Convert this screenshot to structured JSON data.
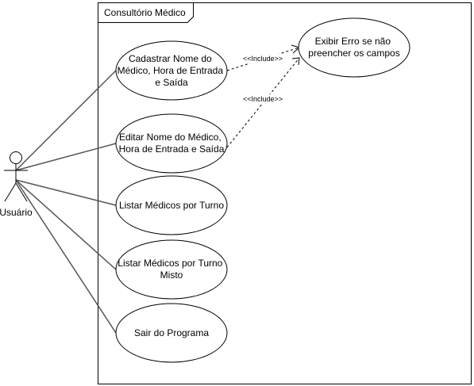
{
  "diagram": {
    "system": {
      "title": "Consultório Médico"
    },
    "actor": {
      "name": "Usuário"
    },
    "use_cases": [
      {
        "id": "cadastrar",
        "lines": [
          "Cadastrar Nome do",
          "Médico, Hora de Entrada",
          "e Saída"
        ]
      },
      {
        "id": "editar",
        "lines": [
          "Editar Nome do Médico,",
          "Hora de Entrada e Saída"
        ]
      },
      {
        "id": "listar-turno",
        "lines": [
          "Listar Médicos por Turno"
        ]
      },
      {
        "id": "listar-misto",
        "lines": [
          "Listar Médicos por Turno",
          "Misto"
        ]
      },
      {
        "id": "sair",
        "lines": [
          "Sair do Programa"
        ]
      },
      {
        "id": "erro",
        "lines": [
          "Exibir Erro se não",
          "preencher os campos"
        ]
      }
    ],
    "include_label": "<<Include>>",
    "colors": {
      "stroke": "#000000",
      "association": "#555555",
      "background": "#ffffff"
    }
  }
}
